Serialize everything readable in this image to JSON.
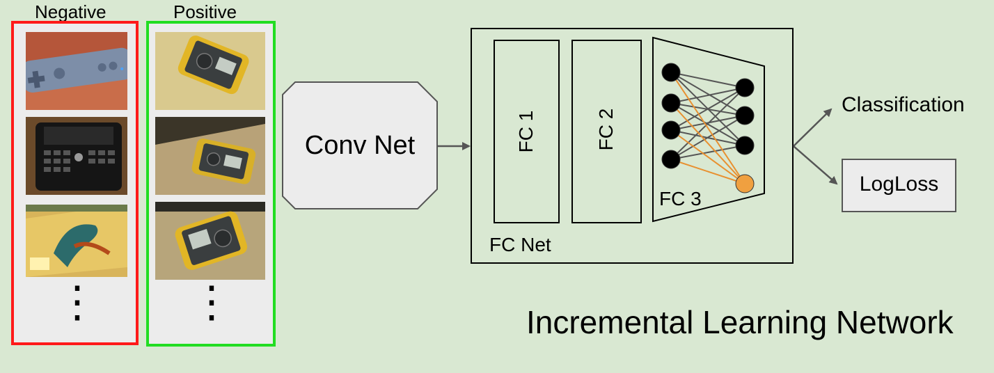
{
  "columns": {
    "negative_label": "Negative",
    "positive_label": "Positive",
    "negative_images": [
      "wii-remote-photo",
      "blackberry-phone-photo",
      "snack-package-photo"
    ],
    "positive_images": [
      "multimeter-photo",
      "multimeter-photo",
      "multimeter-photo"
    ],
    "ellipsis": "⋮"
  },
  "conv_net": {
    "label": "Conv Net"
  },
  "fc_net": {
    "label": "FC Net",
    "fc1": "FC 1",
    "fc2": "FC 2",
    "fc3": "FC 3"
  },
  "outputs": {
    "classification": "Classification",
    "logloss": "LogLoss"
  },
  "title": "Incremental Learning Network",
  "colors": {
    "background": "#d9e8d2",
    "negative_border": "#ff1a1a",
    "positive_border": "#22dd22",
    "node_highlight": "#f0a040",
    "edge_highlight": "#e89030",
    "edge_default": "#555555",
    "panel_fill": "#ececec"
  }
}
